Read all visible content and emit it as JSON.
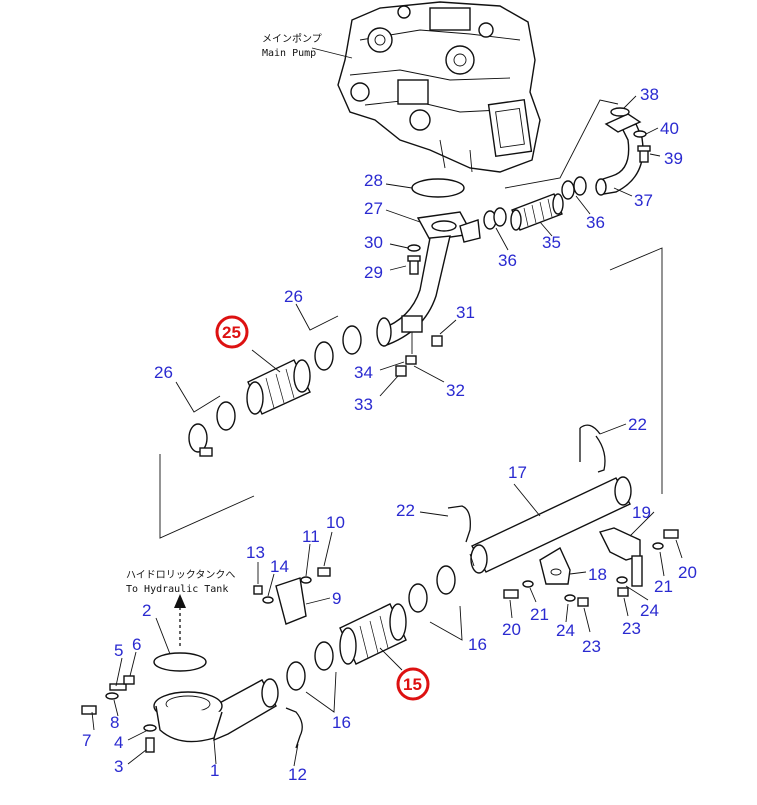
{
  "labels": {
    "main_pump_jp": "メインポンプ",
    "main_pump_en": "Main Pump",
    "tank_jp": "ハイドロリックタンクへ",
    "tank_en": "To Hydraulic Tank"
  },
  "callouts": {
    "p1": "1",
    "p2": "2",
    "p3": "3",
    "p4": "4",
    "p5": "5",
    "p6": "6",
    "p7": "7",
    "p8": "8",
    "p9": "9",
    "p10": "10",
    "p11": "11",
    "p12": "12",
    "p13": "13",
    "p14": "14",
    "p15": "15",
    "p16a": "16",
    "p16b": "16",
    "p17": "17",
    "p18": "18",
    "p19": "19",
    "p20a": "20",
    "p20b": "20",
    "p21a": "21",
    "p21b": "21",
    "p22a": "22",
    "p22b": "22",
    "p23": "23",
    "p24a": "24",
    "p24b": "24",
    "p25": "25",
    "p26a": "26",
    "p26b": "26",
    "p27": "27",
    "p28": "28",
    "p29": "29",
    "p30": "30",
    "p31": "31",
    "p32": "32",
    "p33": "33",
    "p34": "34",
    "p35": "35",
    "p36a": "36",
    "p36b": "36",
    "p37": "37",
    "p38": "38",
    "p39": "39",
    "p40": "40"
  },
  "highlighted": [
    "15",
    "25"
  ],
  "colors": {
    "callout": "#2a2ad0",
    "highlight": "#d11111",
    "line": "#111111"
  }
}
